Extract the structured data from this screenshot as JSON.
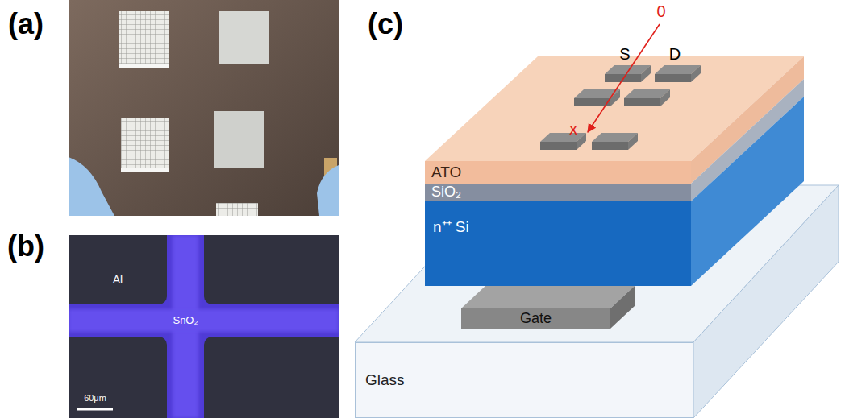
{
  "diagram": {
    "nodes": [
      {
        "text": [
          "ATO"
        ]
      },
      {
        "text": [
          "SiO₂"
        ]
      },
      {
        "text": [
          "n⁺⁺ Si"
        ]
      },
      {
        "text": [
          "Gate"
        ]
      },
      {
        "text": [
          "Glass"
        ]
      }
    ],
    "labels": [
      "(a)",
      "(b)",
      "Al",
      "SnO₂",
      "60μm",
      "(c)",
      "0",
      "x",
      "S",
      "D"
    ]
  }
}
